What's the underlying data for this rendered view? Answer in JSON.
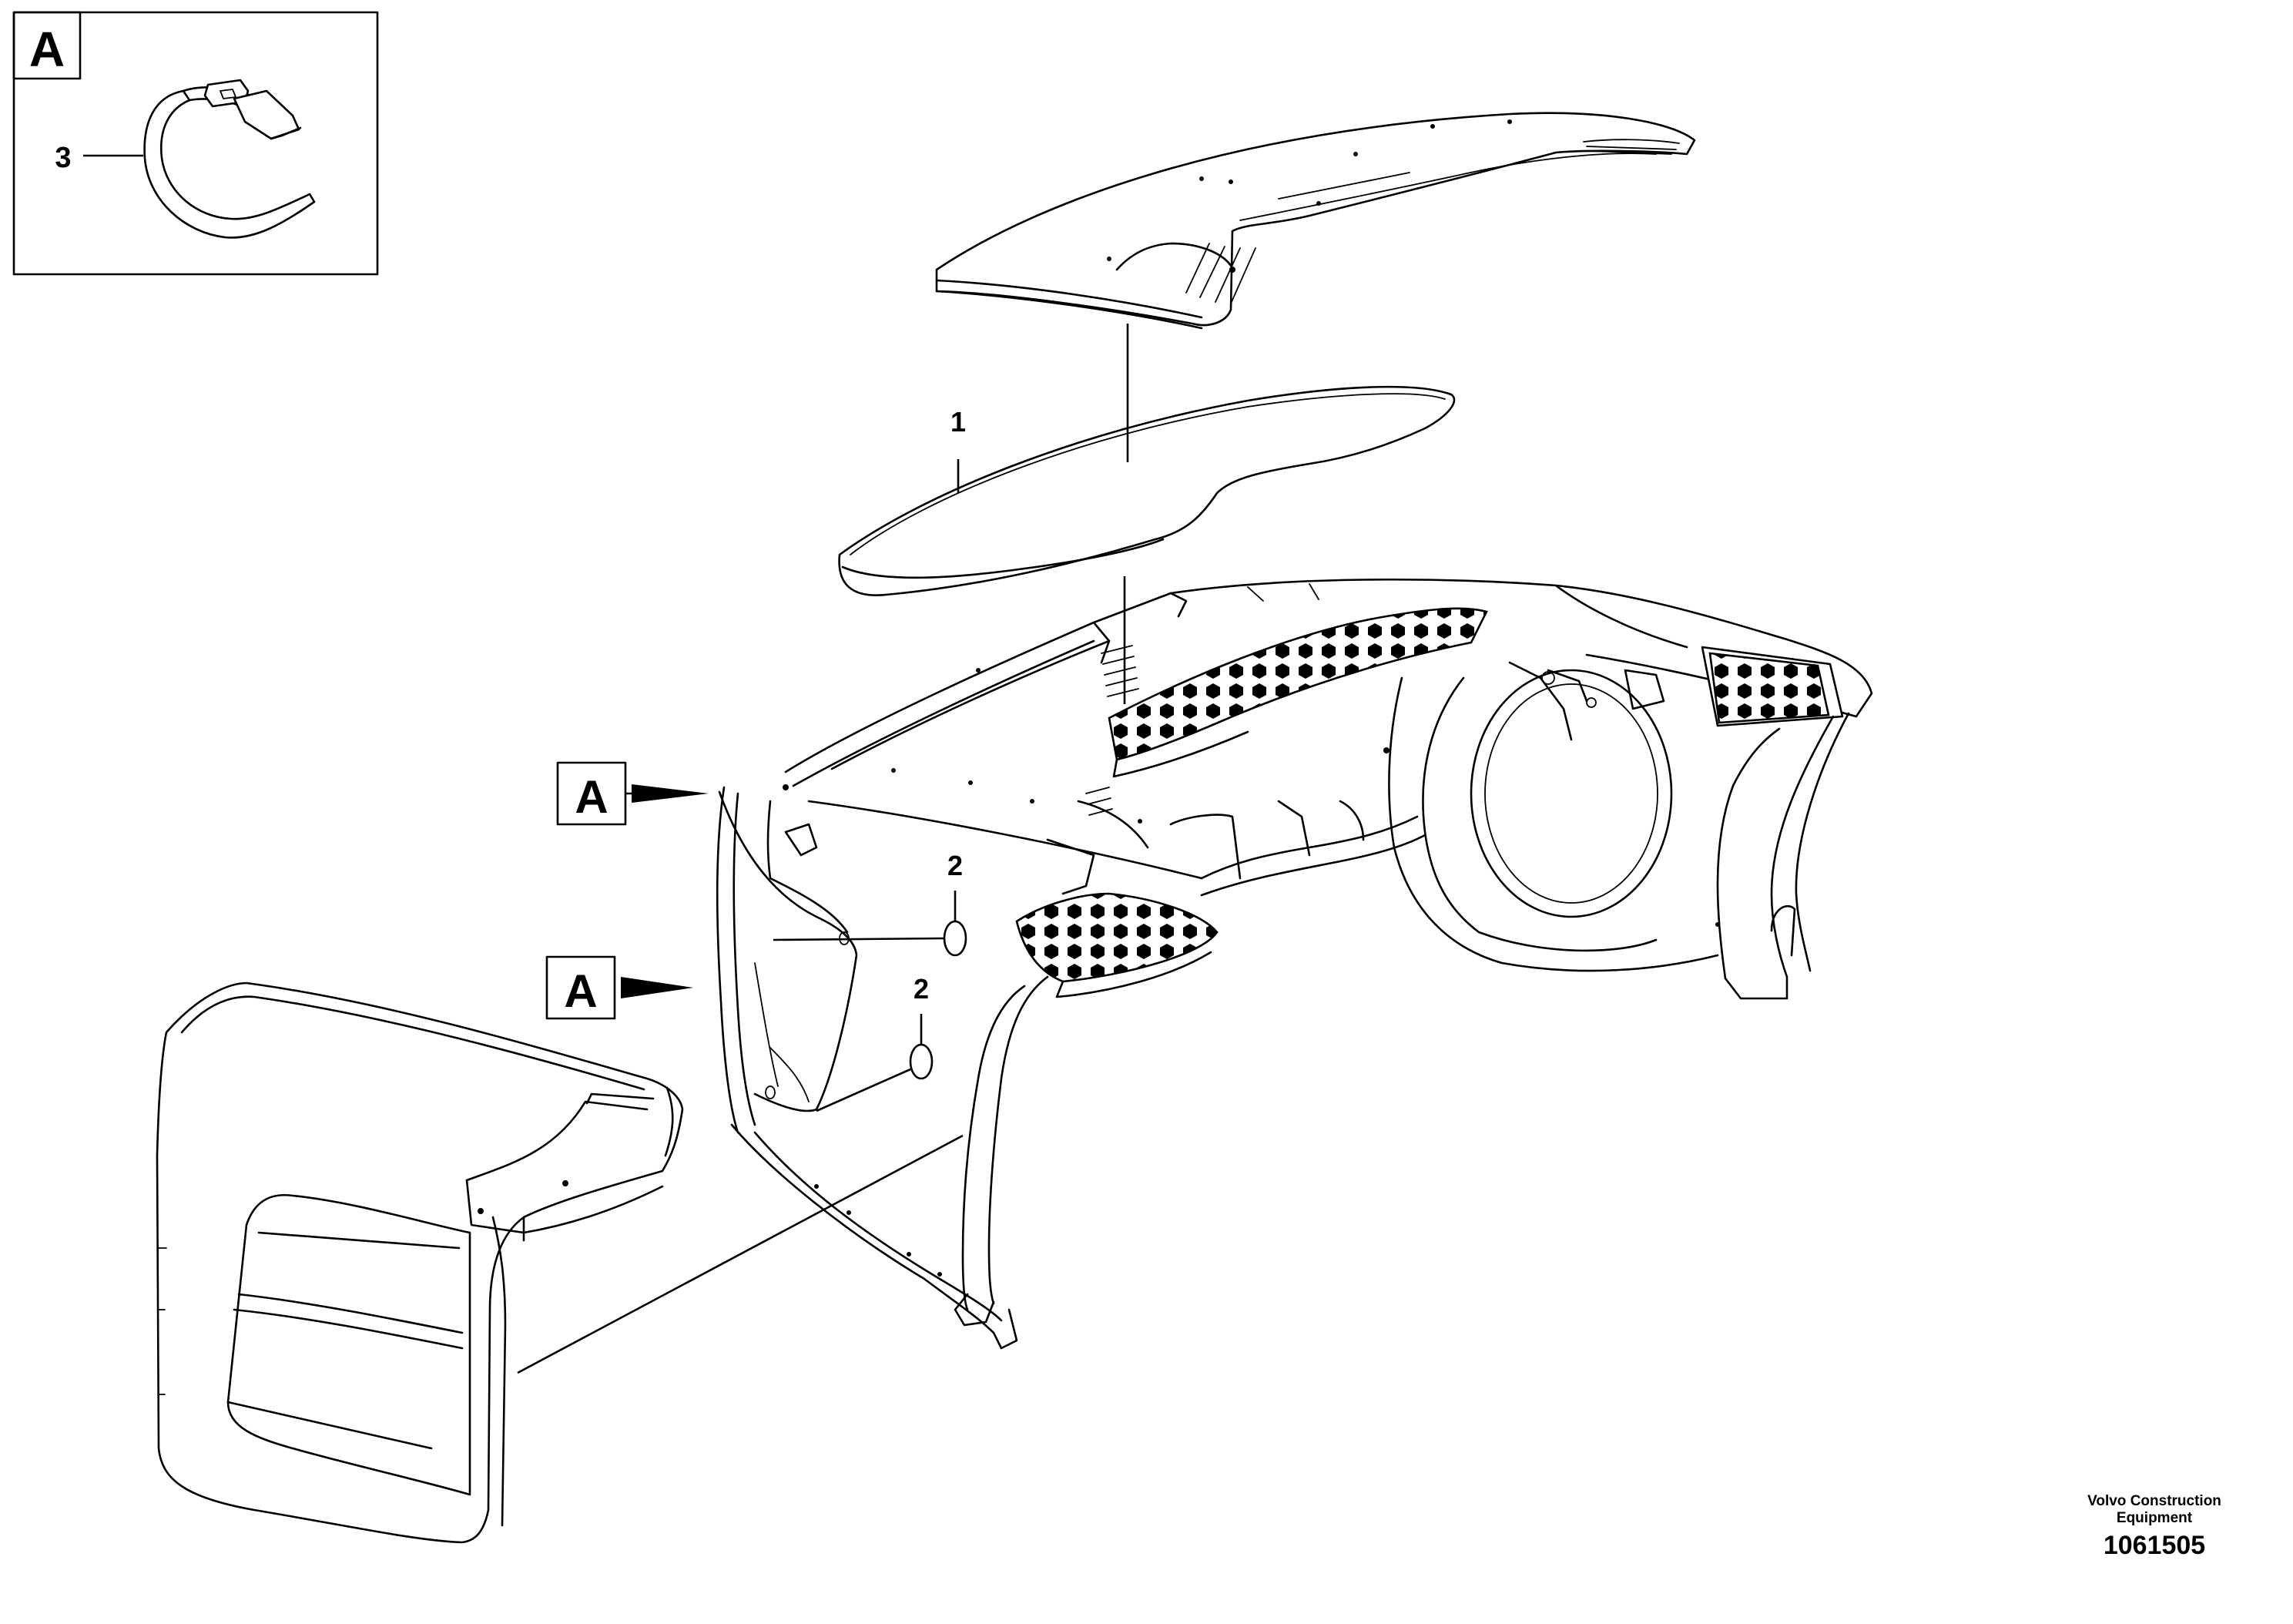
{
  "detail_inset": {
    "letter": "A",
    "callout": "3"
  },
  "callouts": {
    "roof_insulation": "1",
    "grommet_upper": "2",
    "grommet_lower": "2",
    "detail_ref_upper": "A",
    "detail_ref_lower": "A"
  },
  "credit": {
    "company_line1": "Volvo Construction",
    "company_line2": "Equipment",
    "drawing_number": "1061505"
  }
}
